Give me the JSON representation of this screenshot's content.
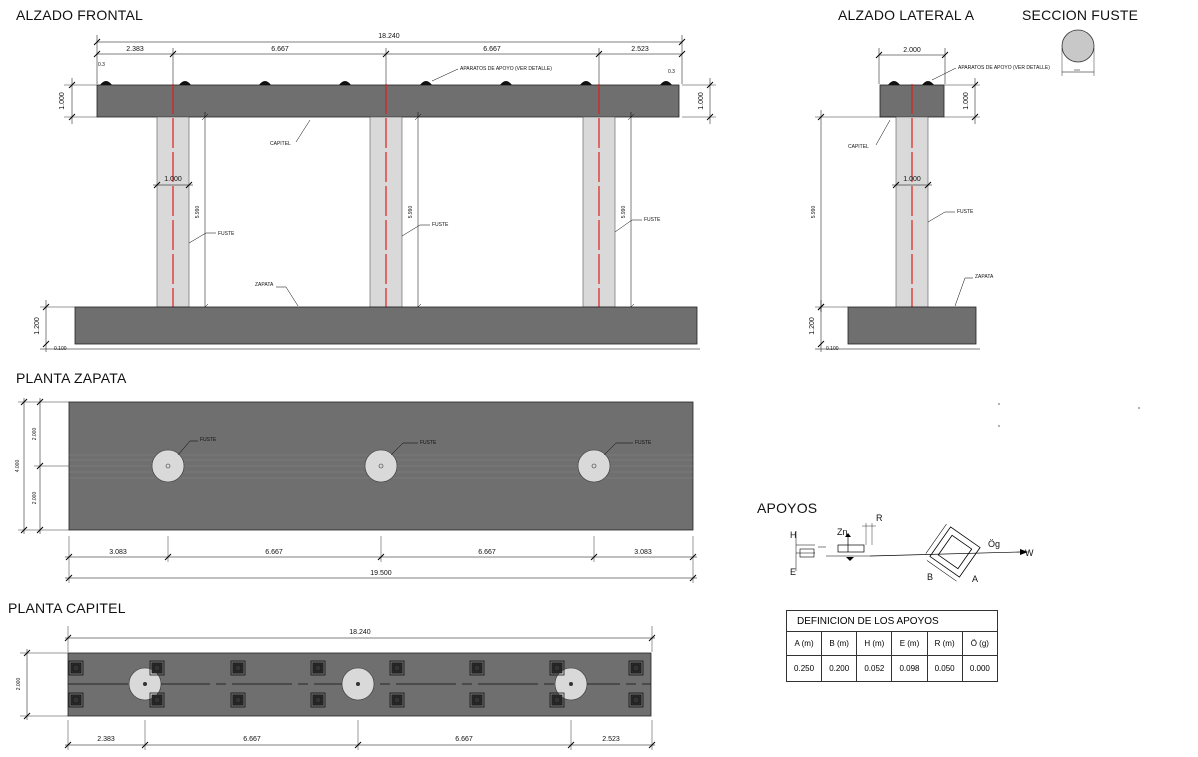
{
  "titles": {
    "alzado_frontal": "ALZADO FRONTAL",
    "alzado_lateral": "ALZADO LATERAL A",
    "seccion_fuste": "SECCION FUSTE",
    "planta_zapata": "PLANTA ZAPATA",
    "planta_capitel": "PLANTA CAPITEL",
    "apoyos": "APOYOS"
  },
  "labels": {
    "aparatos": "APARATOS DE APOYO (VER DETALLE)",
    "capitel": "CAPITEL",
    "fuste": "FUSTE",
    "zapata": "ZAPATA"
  },
  "dims": {
    "total_capitel": "18.240",
    "d1": "2.383",
    "d2": "6.667",
    "d3": "6.667",
    "d4": "2.523",
    "small_03": "0.3",
    "capitel_h": "1.000",
    "fuste_w": "1.000",
    "fuste_h": "5.990",
    "zapata_h": "1.200",
    "zapata_off": "0.100",
    "lateral_w": "2.000",
    "zap_total": "19.500",
    "zap_d1": "3.083",
    "zap_d4": "3.083",
    "zap_h_total": "4.000",
    "zap_h_half": "2.000",
    "cap_planta_h": "2.000"
  },
  "apoyos_symbols": {
    "h": "H",
    "e": "E",
    "zn": "Zn",
    "r": "R",
    "og": "Ög",
    "w": "W",
    "a": "A",
    "b": "B"
  },
  "table": {
    "title": "DEFINICION DE LOS APOYOS",
    "headers": [
      "A (m)",
      "B (m)",
      "H (m)",
      "E (m)",
      "R (m)",
      "Ö (g)"
    ],
    "values": [
      "0.250",
      "0.200",
      "0.052",
      "0.098",
      "0.050",
      "0.000"
    ]
  },
  "colors": {
    "concrete_dark": "#6f6f6f",
    "concrete_light": "#d9d9d9",
    "axis_red": "#e0201c"
  }
}
